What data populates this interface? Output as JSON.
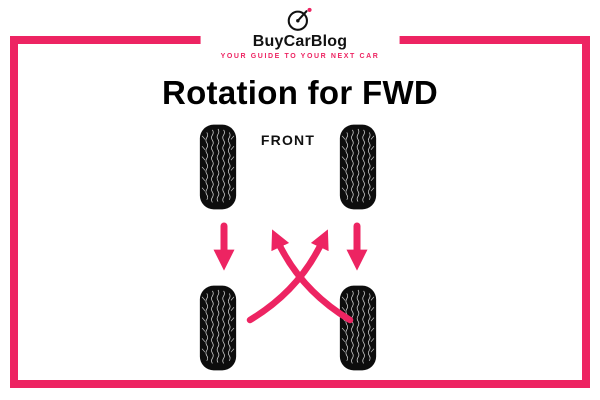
{
  "brand": {
    "name": "BuyCarBlog",
    "tagline": "YOUR GUIDE TO YOUR NEXT CAR",
    "logo_icon": "speedometer-icon"
  },
  "title": "Rotation for FWD",
  "front_label": "FRONT",
  "colors": {
    "accent_pink": "#ED2462",
    "tire_black": "#0D0D0D",
    "background": "#FFFFFF"
  },
  "diagram": {
    "type": "tire-rotation",
    "drive_type": "FWD",
    "tires": [
      "front-left",
      "front-right",
      "rear-left",
      "rear-right"
    ],
    "arrows": [
      {
        "from": "front-left",
        "to": "rear-left",
        "style": "straight-down"
      },
      {
        "from": "front-right",
        "to": "rear-right",
        "style": "straight-down"
      },
      {
        "from": "rear-left",
        "to": "front-right",
        "style": "cross-up"
      },
      {
        "from": "rear-right",
        "to": "front-left",
        "style": "cross-up"
      }
    ]
  }
}
